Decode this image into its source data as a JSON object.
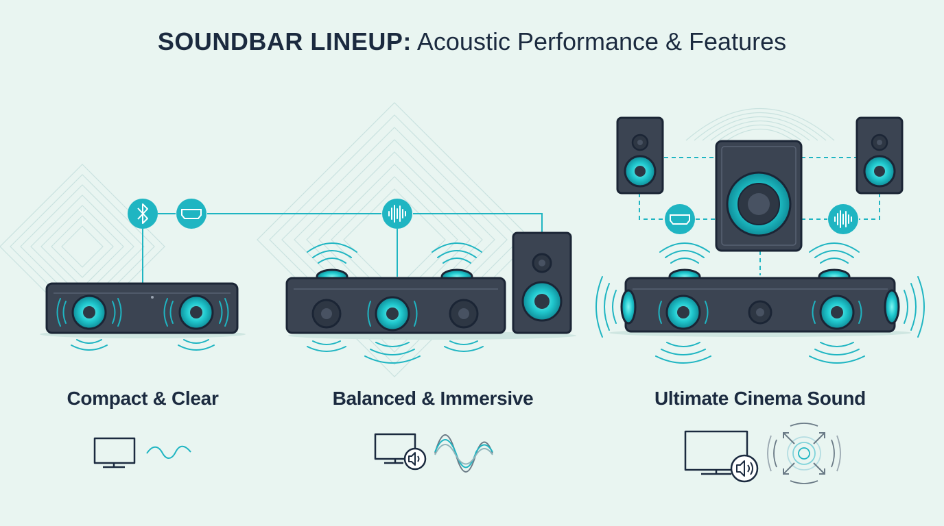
{
  "header": {
    "title_bold": "SOUNDBAR LINEUP:",
    "title_light": " Acoustic Performance & Features"
  },
  "tiers": [
    {
      "label": "Compact & Clear"
    },
    {
      "label": "Balanced & Immersive"
    },
    {
      "label": "Ultimate Cinema Sound"
    }
  ],
  "colors": {
    "background": "#e9f5f1",
    "title": "#1b2a3f",
    "device_body": "#3b4452",
    "device_outline": "#1b2535",
    "accent": "#1fb5c2",
    "driver_glow": "#3fe0e0",
    "pattern": "#c9e2df"
  },
  "icons": {
    "connectivity": [
      "bluetooth-icon",
      "hdmi-icon",
      "audio-wave-icon"
    ],
    "compatibility": [
      "tv-icon",
      "tv-speaker-icon",
      "sound-wave-icon",
      "surround-sound-icon"
    ]
  }
}
